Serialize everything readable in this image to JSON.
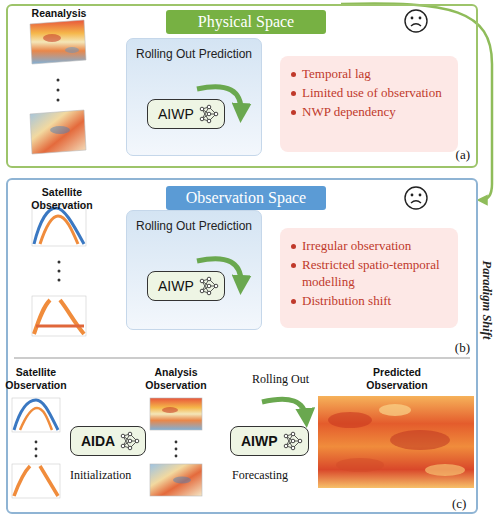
{
  "diagram": {
    "nodes": [
      {
        "text": [
          "Physical Space",
          "(a)"
        ]
      },
      {
        "text": [
          "Rolling Out Prediction"
        ],
        "in": 0
      },
      {
        "text": [
          "AIWP"
        ],
        "in": 1
      },
      {
        "text": [
          "Temporal lag",
          "Limited use of observation",
          "NWP dependency"
        ],
        "in": 0
      },
      {
        "text": [
          "Observation Space",
          "(b)"
        ]
      },
      {
        "text": [
          "Rolling Out Prediction"
        ],
        "in": 4
      },
      {
        "text": [
          "AIWP"
        ],
        "in": 5
      },
      {
        "text": [
          "Irregular observation",
          "Restricted spatio-temporal modelling",
          "Distribution shift"
        ],
        "in": 4
      },
      {
        "text": [
          "AIDA"
        ],
        "in": 4
      },
      {
        "text": [
          "AIWP"
        ],
        "in": 4
      }
    ],
    "edges": [
      {
        "from": 0,
        "to": 4,
        "arrow": "to"
      }
    ],
    "labels": [
      "Reanalysis",
      "Satellite Observation",
      "Satellite Observation",
      "Analysis Observation",
      "Initialization",
      "Forecasting",
      "Rolling Out",
      "Predicted Observation",
      "(c)",
      "Paradigm Shift"
    ]
  }
}
